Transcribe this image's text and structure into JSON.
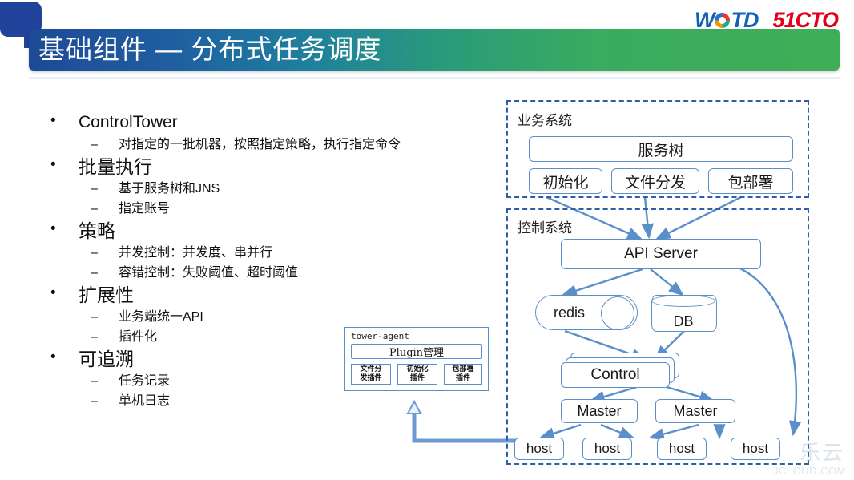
{
  "slide": {
    "title": "基础组件 — 分布式任务调度",
    "logos": {
      "wotd_w": "W",
      "wotd_td": "TD",
      "cto": "51CTO"
    },
    "watermark": {
      "cjk": "乐云",
      "url": "JCLOUD.COM"
    }
  },
  "bullets": [
    {
      "bullet": "•",
      "label": "ControlTower",
      "cjk": false,
      "subs": [
        {
          "dash": "–",
          "label": "对指定的一批机器，按照指定策略，执行指定命令"
        }
      ]
    },
    {
      "bullet": "•",
      "label": "批量执行",
      "cjk": true,
      "subs": [
        {
          "dash": "–",
          "label": "基于服务树和JNS"
        },
        {
          "dash": "–",
          "label": "指定账号"
        }
      ]
    },
    {
      "bullet": "•",
      "label": "策略",
      "cjk": true,
      "subs": [
        {
          "dash": "–",
          "label": "并发控制：并发度、串并行"
        },
        {
          "dash": "–",
          "label": "容错控制：失败阈值、超时阈值"
        }
      ]
    },
    {
      "bullet": "•",
      "label": "扩展性",
      "cjk": true,
      "subs": [
        {
          "dash": "–",
          "label": "业务端统一API"
        },
        {
          "dash": "–",
          "label": "插件化"
        }
      ]
    },
    {
      "bullet": "•",
      "label": "可追溯",
      "cjk": true,
      "subs": [
        {
          "dash": "–",
          "label": "任务记录"
        },
        {
          "dash": "–",
          "label": "单机日志"
        }
      ]
    }
  ],
  "diagram": {
    "business_system": {
      "label": "业务系统",
      "service_tree": "服务树",
      "modules": [
        "初始化",
        "文件分发",
        "包部署"
      ]
    },
    "control_system": {
      "label": "控制系统",
      "api_server": "API Server",
      "redis": "redis",
      "db": "DB",
      "control": "Control",
      "masters": [
        "Master",
        "Master"
      ],
      "hosts": [
        "host",
        "host",
        "host",
        "host"
      ]
    },
    "tower_agent": {
      "title": "tower-agent",
      "plugin_manager": "Plugin管理",
      "plugins": [
        "文件分\n发插件",
        "初始化\n插件",
        "包部署\n插件"
      ]
    },
    "colors": {
      "dash_border": "#2f5ea8",
      "node_border": "#5b8fc9",
      "arrow": "#5b8fc9"
    }
  }
}
